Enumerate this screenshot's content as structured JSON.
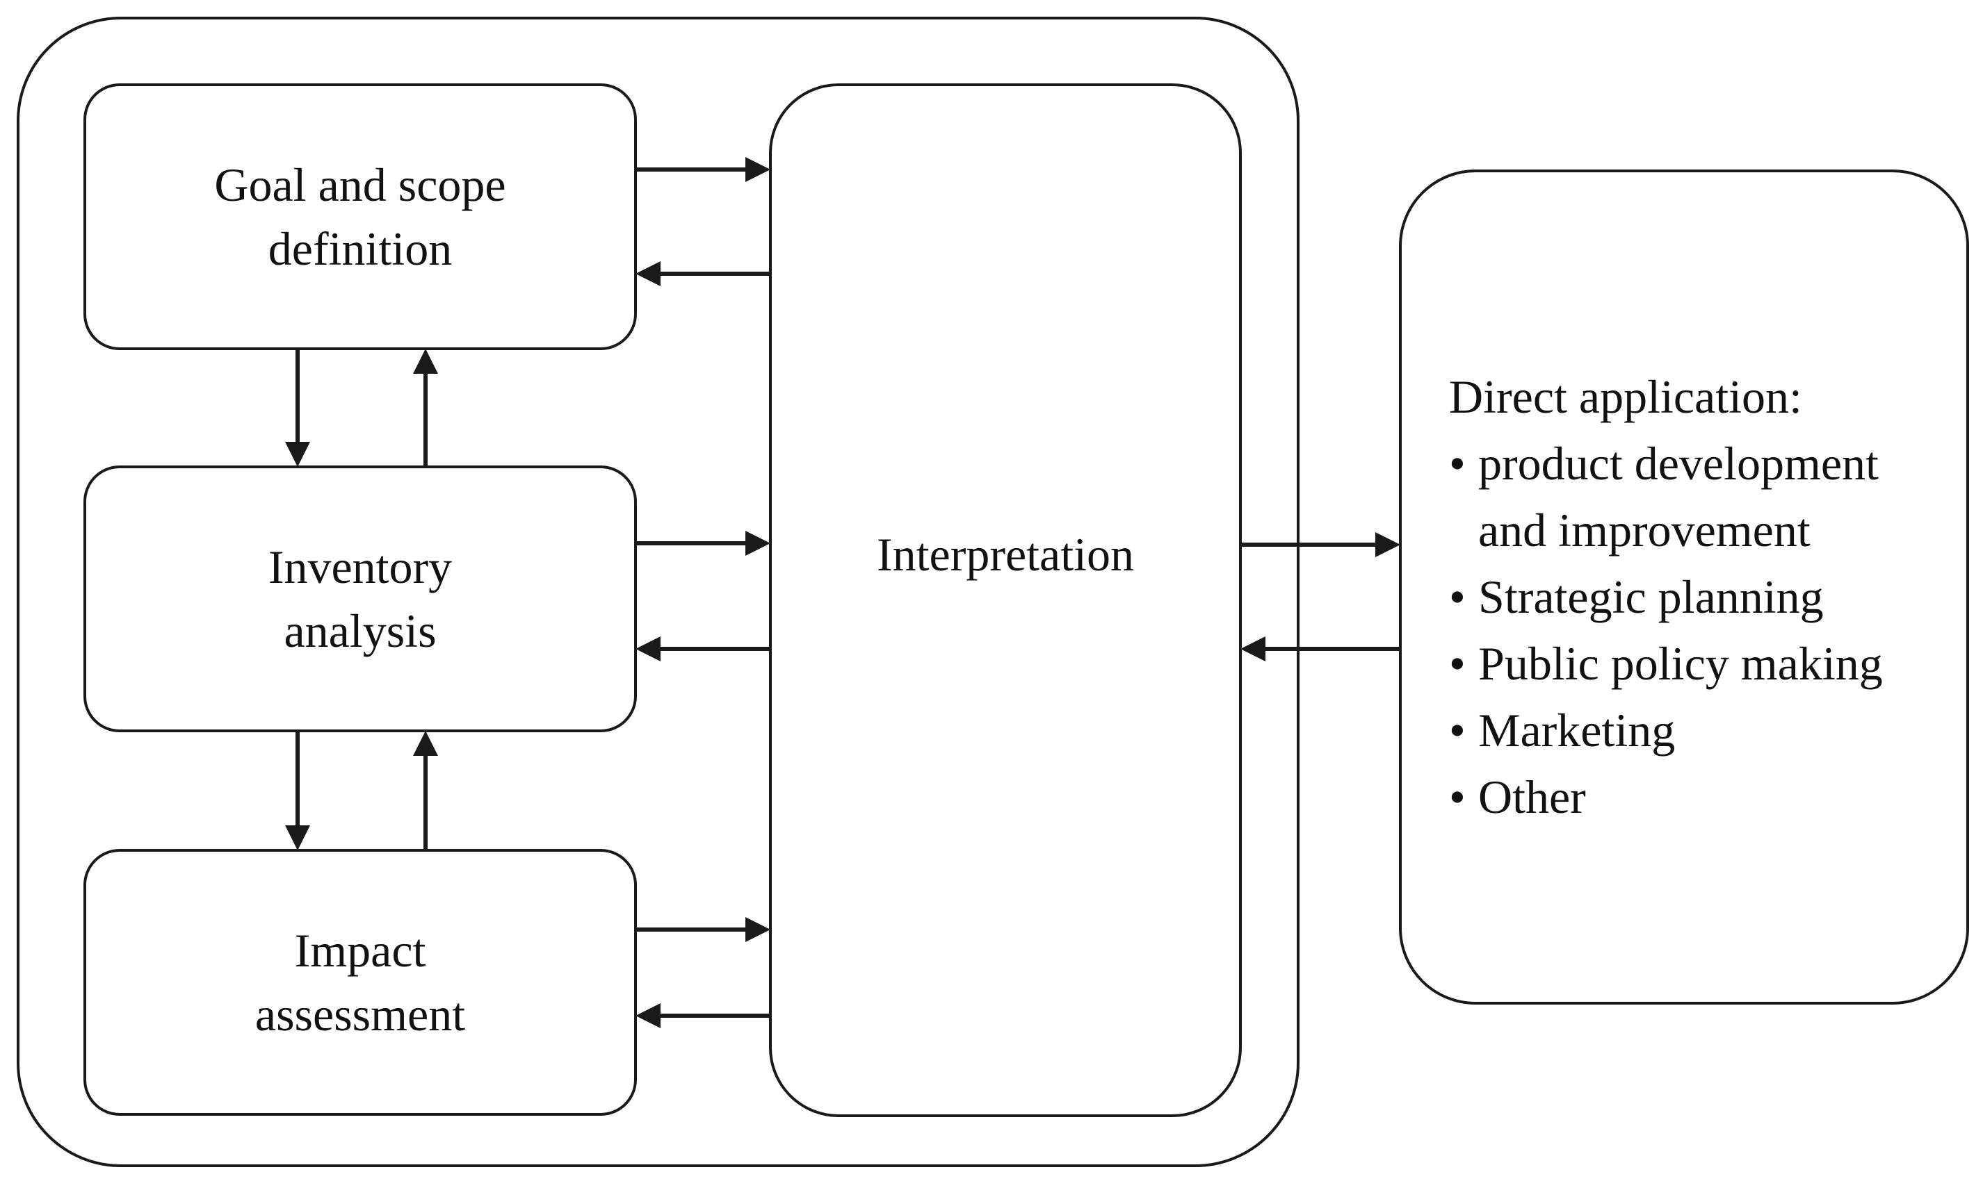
{
  "diagram": {
    "stages": {
      "goal": {
        "line1": "Goal and scope",
        "line2": "definition"
      },
      "inventory": {
        "line1": "Inventory",
        "line2": "analysis"
      },
      "impact": {
        "line1": "Impact",
        "line2": "assessment"
      }
    },
    "interpretation": "Interpretation",
    "application": {
      "heading": "Direct application:",
      "bullet": "•",
      "items": [
        {
          "line1": "product development",
          "line2": "and improvement"
        },
        {
          "line1": "Strategic planning"
        },
        {
          "line1": "Public policy making"
        },
        {
          "line1": "Marketing"
        },
        {
          "line1": "Other"
        }
      ]
    },
    "colors": {
      "stroke": "#1a1a1a",
      "background": "#ffffff",
      "text": "#111111"
    }
  }
}
